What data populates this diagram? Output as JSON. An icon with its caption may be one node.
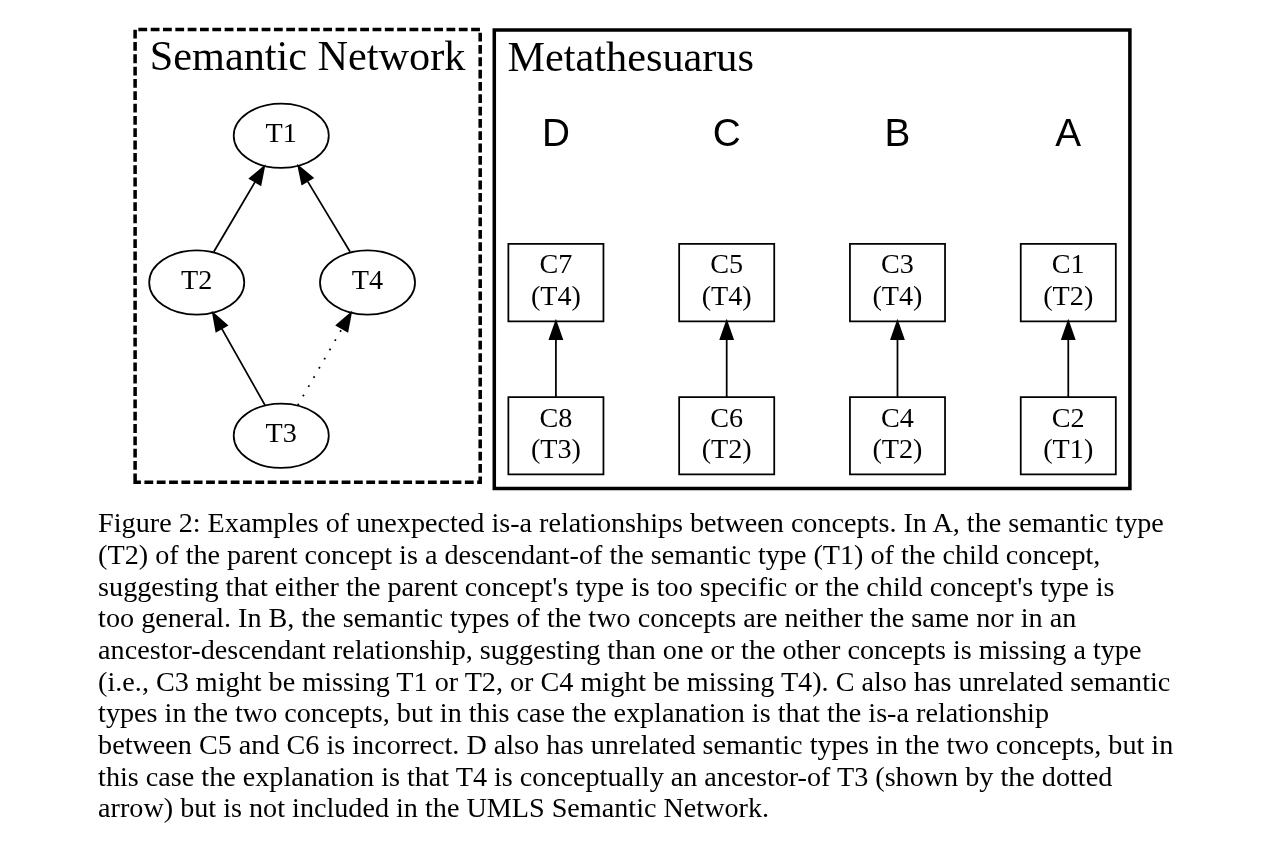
{
  "diagram": {
    "caption": "Figure 2: Examples of unexpected is-a relationships between concepts. In A, the semantic type (T2) of the parent concept is a descendant-of the semantic type (T1) of the child concept, suggesting that either the parent concept's type is too specific or the child concept's type is too general. In B, the semantic types of the two concepts are neither the same nor in an ancestor-descendant relationship, suggesting than one or the other concepts is missing a type (i.e., C3 might be missing T1 or T2, or C4 might be missing T4). C also has unrelated semantic types in the two concepts, but in this case the explanation is that the is-a relationship between C5 and C6 is incorrect. D also has unrelated semantic types in the two concepts, but in this case the explanation is that T4 is conceptually an ancestor-of T3 (shown by the dotted arrow) but is not included in the UMLS Semantic Network.",
    "nodes": [
      {
        "text": [
          "Semantic Network"
        ]
      },
      {
        "text": [
          "T1"
        ],
        "in": 0
      },
      {
        "text": [
          "T2"
        ],
        "in": 0
      },
      {
        "text": [
          "T4"
        ],
        "in": 0
      },
      {
        "text": [
          "T3"
        ],
        "in": 0
      },
      {
        "text": [
          "Metathesuarus"
        ]
      },
      {
        "text": [
          "C1",
          "(T2)"
        ],
        "in": 5
      },
      {
        "text": [
          "C3",
          "(T4)"
        ],
        "in": 5
      },
      {
        "text": [
          "C5",
          "(T4)"
        ],
        "in": 5
      },
      {
        "text": [
          "C7",
          "(T4)"
        ],
        "in": 5
      },
      {
        "text": [
          "C2",
          "(T1)"
        ],
        "in": 5
      },
      {
        "text": [
          "C4",
          "(T2)"
        ],
        "in": 5
      },
      {
        "text": [
          "C6",
          "(T2)"
        ],
        "in": 5
      },
      {
        "text": [
          "C8",
          "(T3)"
        ],
        "in": 5
      }
    ],
    "edges": [
      {
        "from": 2,
        "to": 1,
        "arrow": "to"
      },
      {
        "from": 3,
        "to": 1,
        "arrow": "to"
      },
      {
        "from": 4,
        "to": 2,
        "arrow": "to"
      },
      {
        "from": 4,
        "to": 3,
        "arrow": "to",
        "style": "dashed"
      },
      {
        "from": 10,
        "to": 6,
        "arrow": "to"
      },
      {
        "from": 11,
        "to": 7,
        "arrow": "to"
      },
      {
        "from": 12,
        "to": 8,
        "arrow": "to"
      },
      {
        "from": 13,
        "to": 9,
        "arrow": "to"
      }
    ],
    "labels": [
      "A",
      "B",
      "C",
      "D"
    ]
  }
}
